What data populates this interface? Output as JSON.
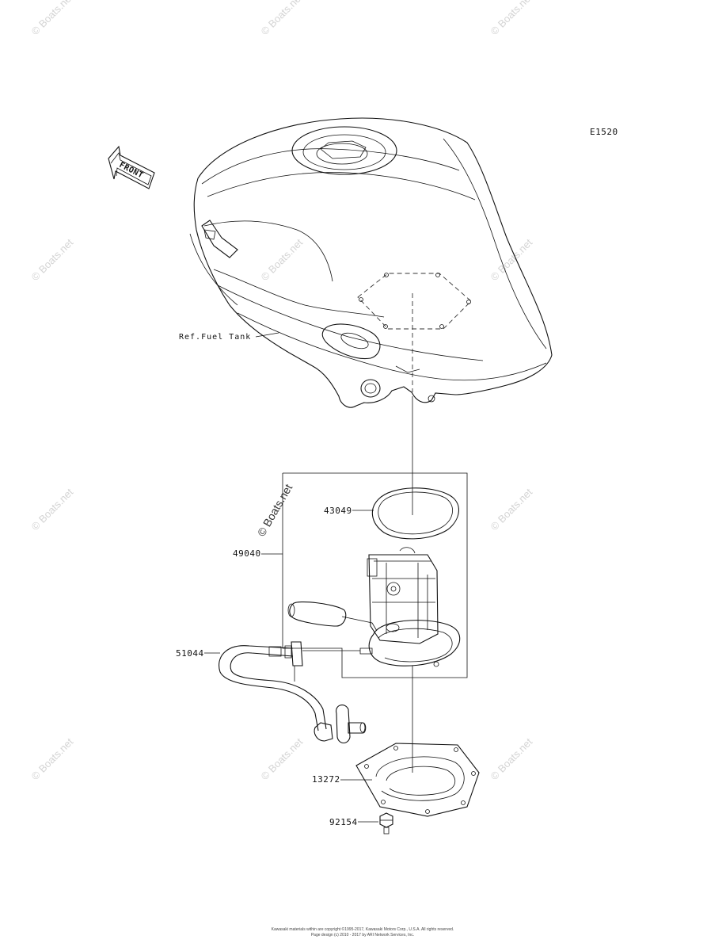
{
  "diagram_code": "E1520",
  "front_arrow_label": "FRONT",
  "reference_label": "Ref.Fuel Tank",
  "watermark_text": "© Boats.net",
  "parts": [
    {
      "number": "43049"
    },
    {
      "number": "49040"
    },
    {
      "number": "51044"
    },
    {
      "number": "13272"
    },
    {
      "number": "92154"
    }
  ],
  "footer": {
    "line1": "Kawasaki materials within are copyright ©1995-2017, Kawasaki Motors Corp., U.S.A. All rights reserved.",
    "line2": "Page design (c) 2010 - 2017 by ARI Network Services, Inc."
  }
}
